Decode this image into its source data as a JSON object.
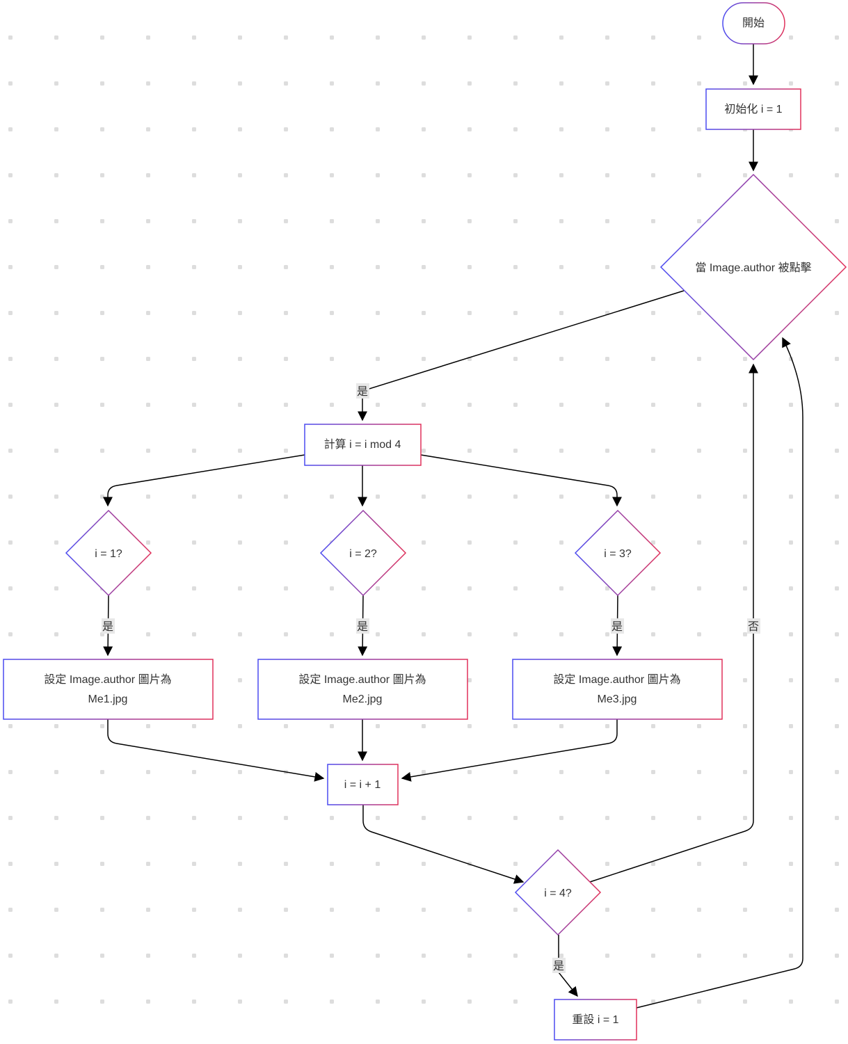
{
  "nodes": {
    "start": "開始",
    "init": "初始化 i = 1",
    "click": "當 Image.author 被點擊",
    "mod": "計算 i = i mod 4",
    "q1": "i = 1?",
    "q2": "i = 2?",
    "q3": "i = 3?",
    "set1_line1": "設定 Image.author 圖片為",
    "set1_line2": "Me1.jpg",
    "set2_line1": "設定 Image.author 圖片為",
    "set2_line2": "Me2.jpg",
    "set3_line1": "設定 Image.author 圖片為",
    "set3_line2": "Me3.jpg",
    "inc": "i = i + 1",
    "q4": "i = 4?",
    "reset": "重設 i = 1"
  },
  "edge_labels": {
    "click_yes": "是",
    "q1_yes": "是",
    "q2_yes": "是",
    "q3_yes": "是",
    "q4_no": "否",
    "q4_yes": "是"
  },
  "colors": {
    "stroke_start": "#4a4af0",
    "stroke_end": "#e0305a",
    "grid_dot": "#dddddd",
    "edge": "#000000"
  }
}
